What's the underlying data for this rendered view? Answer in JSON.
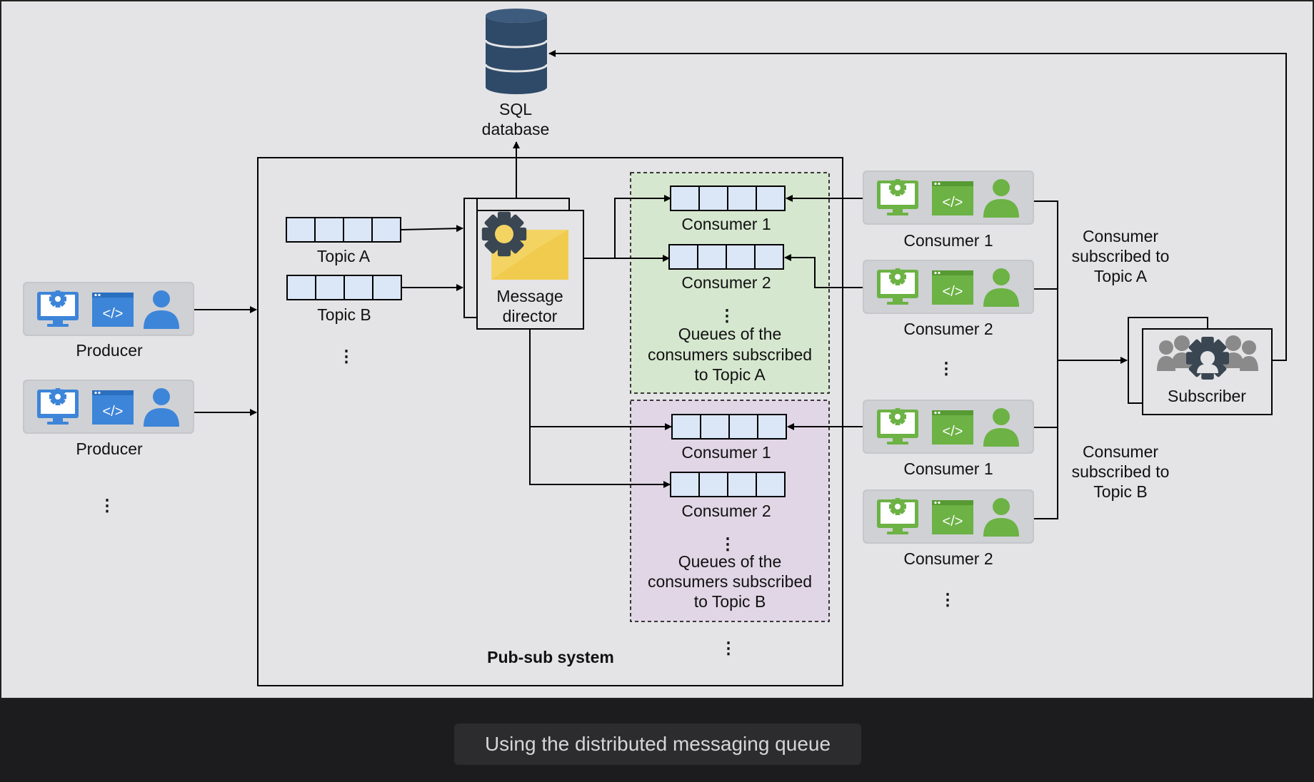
{
  "caption": "Using the distributed messaging queue",
  "diagram": {
    "database_label": [
      "SQL",
      "database"
    ],
    "system_label": "Pub-sub system",
    "producer_label": "Producer",
    "topics": [
      "Topic A",
      "Topic B"
    ],
    "director_label": [
      "Message",
      "director"
    ],
    "queue_a_consumers": [
      "Consumer 1",
      "Consumer 2"
    ],
    "queue_b_consumers": [
      "Consumer 1",
      "Consumer 2"
    ],
    "queue_a_note": [
      "Queues of the",
      "consumers subscribed",
      "to Topic A"
    ],
    "queue_b_note": [
      "Queues of the",
      "consumers subscribed",
      "to Topic B"
    ],
    "consumer_group_a": [
      "Consumer 1",
      "Consumer 2"
    ],
    "consumer_group_b": [
      "Consumer 1",
      "Consumer 2"
    ],
    "subscribed_a_note": [
      "Consumer",
      "subscribed to",
      "Topic A"
    ],
    "subscribed_b_note": [
      "Consumer",
      "subscribed to",
      "Topic B"
    ],
    "subscriber_label": "Subscriber",
    "ellipsis": "⋮"
  },
  "colors": {
    "diagram_bg": "#e4e4e6",
    "page_bg": "#1c1c1e",
    "queue_cell": "#dbe6f7",
    "topic_a_area": "#d6e7cf",
    "topic_b_area": "#e1d6e6",
    "producer_icon": "#3d85d8",
    "consumer_icon": "#6cb244",
    "database": "#2f4a68",
    "subscriber_people": "#8a8a8a",
    "gear_dark": "#3a4652",
    "envelope": "#f3d463"
  }
}
